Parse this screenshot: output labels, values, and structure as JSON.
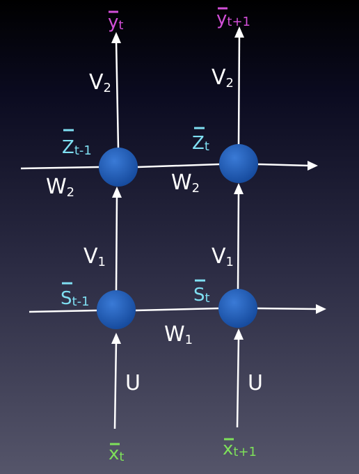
{
  "nodes": {
    "z_prev": "",
    "z_curr": "",
    "s_prev": "",
    "s_curr": ""
  },
  "labels": {
    "y_t": {
      "base": "y",
      "sub": "t"
    },
    "y_t1": {
      "base": "y",
      "sub": "t+1"
    },
    "z_t_1": {
      "base": "Z",
      "sub": "t-1"
    },
    "z_t": {
      "base": "Z",
      "sub": "t"
    },
    "s_t_1": {
      "base": "S",
      "sub": "t-1"
    },
    "s_t": {
      "base": "S",
      "sub": "t"
    },
    "x_t": {
      "base": "x",
      "sub": "t"
    },
    "x_t1": {
      "base": "x",
      "sub": "t+1"
    }
  },
  "weights": {
    "v2_left": {
      "base": "V",
      "sub": "2"
    },
    "v2_right": {
      "base": "V",
      "sub": "2"
    },
    "w2_left": {
      "base": "W",
      "sub": "2"
    },
    "w2_right": {
      "base": "W",
      "sub": "2"
    },
    "v1_left": {
      "base": "V",
      "sub": "1"
    },
    "v1_right": {
      "base": "V",
      "sub": "1"
    },
    "w1": {
      "base": "W",
      "sub": "1"
    },
    "u_left": "U",
    "u_right": "U"
  },
  "colors": {
    "node": "#1f5fb8",
    "edge": "#ffffff",
    "hidden_label": "#7fdff2",
    "output_label": "#d24fd8",
    "input_label": "#7ee05a"
  }
}
